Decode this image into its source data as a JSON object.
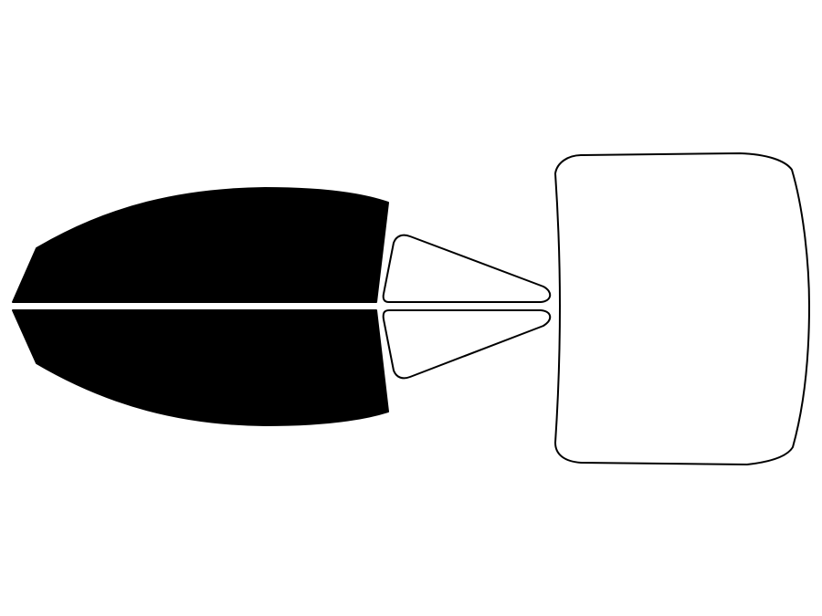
{
  "diagram": {
    "background_color": "#ffffff",
    "outline_color": "#000000",
    "pieces": [
      {
        "id": "front-door-window-top",
        "icon": "window-pane-shape",
        "fill": "#000000",
        "shaded": true
      },
      {
        "id": "front-door-window-bottom",
        "icon": "window-pane-shape",
        "fill": "#000000",
        "shaded": true
      },
      {
        "id": "quarter-window-top",
        "icon": "window-pane-shape",
        "fill": "#ffffff",
        "shaded": false
      },
      {
        "id": "quarter-window-bottom",
        "icon": "window-pane-shape",
        "fill": "#ffffff",
        "shaded": false
      },
      {
        "id": "rear-windshield",
        "icon": "window-pane-shape",
        "fill": "#ffffff",
        "shaded": false
      }
    ]
  }
}
